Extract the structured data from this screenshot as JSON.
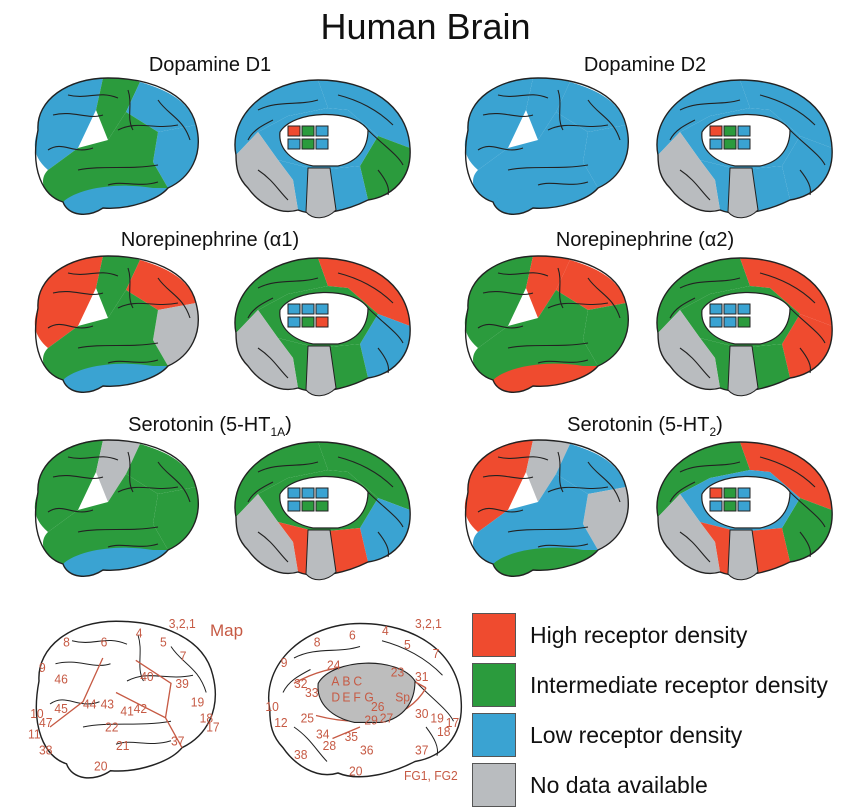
{
  "title": "Human Brain",
  "colors": {
    "high": "#ef4b2f",
    "intermediate": "#2b9b3d",
    "low": "#3aa3d2",
    "nodata": "#b9bcbf",
    "map_line": "#c65a44",
    "outline": "#222222"
  },
  "panels": [
    {
      "title": "Dopamine D1",
      "lateral": [
        "low",
        "intermediate",
        "low",
        "low",
        "intermediate",
        "low"
      ],
      "medial": [
        "low",
        "low",
        "intermediate",
        "low",
        "low",
        "nodata"
      ],
      "boxes": [
        "high",
        "intermediate",
        "low",
        "low",
        "intermediate",
        "low"
      ]
    },
    {
      "title": "Dopamine D2",
      "lateral": [
        "low",
        "low",
        "low",
        "low",
        "low",
        "low"
      ],
      "medial": [
        "low",
        "low",
        "low",
        "low",
        "low",
        "nodata"
      ],
      "boxes": [
        "high",
        "intermediate",
        "low",
        "low",
        "intermediate",
        "low"
      ]
    },
    {
      "title": "Norepinephrine (α1)",
      "lateral": [
        "high",
        "intermediate",
        "high",
        "nodata",
        "intermediate",
        "low"
      ],
      "medial": [
        "intermediate",
        "high",
        "low",
        "intermediate",
        "intermediate",
        "nodata"
      ],
      "boxes": [
        "low",
        "low",
        "low",
        "low",
        "intermediate",
        "high"
      ]
    },
    {
      "title": "Norepinephrine (α2)",
      "lateral": [
        "intermediate",
        "high",
        "high",
        "intermediate",
        "intermediate",
        "high"
      ],
      "medial": [
        "intermediate",
        "high",
        "high",
        "intermediate",
        "intermediate",
        "nodata"
      ],
      "boxes": [
        "low",
        "low",
        "low",
        "low",
        "low",
        "intermediate"
      ]
    },
    {
      "title": "Serotonin (5-HT",
      "title_sub": "1A",
      "title_end": ")",
      "lateral": [
        "intermediate",
        "nodata",
        "intermediate",
        "intermediate",
        "intermediate",
        "low"
      ],
      "medial": [
        "intermediate",
        "intermediate",
        "low",
        "intermediate",
        "high",
        "nodata"
      ],
      "boxes": [
        "low",
        "low",
        "low",
        "low",
        "intermediate",
        "intermediate"
      ]
    },
    {
      "title": "Serotonin (5-HT",
      "title_sub": "2",
      "title_end": ")",
      "lateral": [
        "high",
        "nodata",
        "low",
        "nodata",
        "low",
        "intermediate"
      ],
      "medial": [
        "intermediate",
        "high",
        "intermediate",
        "low",
        "high",
        "nodata"
      ],
      "boxes": [
        "high",
        "intermediate",
        "low",
        "low",
        "intermediate",
        "low"
      ]
    }
  ],
  "map": {
    "title": "Map",
    "lateral_labels": [
      "3,2,1",
      "4",
      "6",
      "8",
      "9",
      "46",
      "10",
      "45",
      "44",
      "47",
      "11",
      "43",
      "41",
      "42",
      "40",
      "22",
      "39",
      "19",
      "18",
      "17",
      "21",
      "37",
      "38",
      "20",
      "5",
      "7"
    ],
    "medial_labels": [
      "3,2,1",
      "4",
      "6",
      "8",
      "9",
      "5",
      "7",
      "24",
      "23",
      "31",
      "32",
      "33",
      "A",
      "B",
      "C",
      "D",
      "E",
      "F",
      "G",
      "Sp",
      "10",
      "12",
      "25",
      "26",
      "27",
      "29",
      "30",
      "34",
      "35",
      "28",
      "36",
      "38",
      "20",
      "37",
      "19",
      "18",
      "17",
      "FG1, FG2"
    ]
  },
  "legend": [
    {
      "key": "high",
      "label": "High receptor density"
    },
    {
      "key": "intermediate",
      "label": "Intermediate receptor density"
    },
    {
      "key": "low",
      "label": "Low receptor density"
    },
    {
      "key": "nodata",
      "label": "No data available"
    }
  ]
}
